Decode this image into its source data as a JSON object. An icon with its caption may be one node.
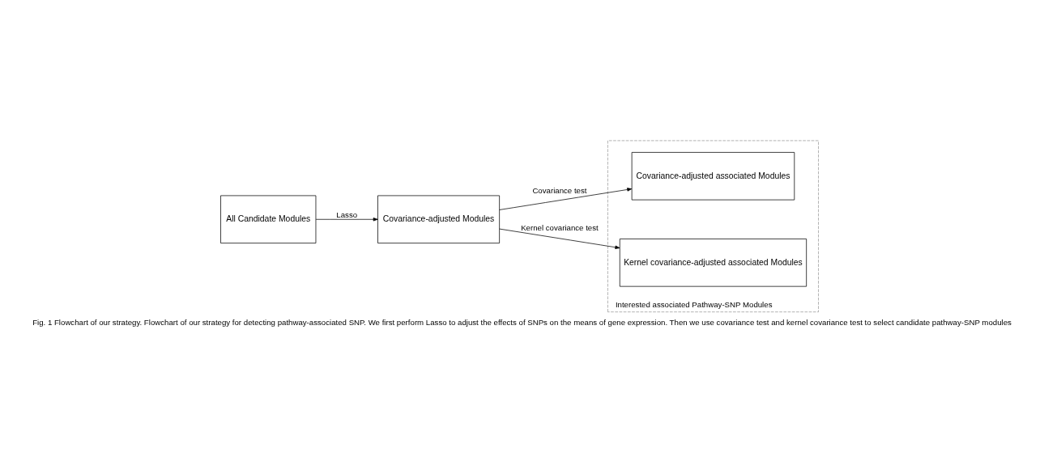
{
  "diagram": {
    "caption": "Fig. 1 Flowchart of our strategy. Flowchart of our strategy for detecting pathway-associated SNP. We first perform Lasso to adjust the effects of SNPs on the means of gene expression. Then we use covariance test and kernel covariance test to select candidate pathway-SNP modules",
    "nodes": [
      {
        "text": [
          "All Candidate Modules"
        ]
      },
      {
        "text": [
          "Covariance-adjusted Modules"
        ]
      },
      {
        "text": [
          "Interested associated Pathway-SNP Modules"
        ]
      },
      {
        "text": [
          "Covariance-adjusted associated Modules"
        ],
        "in": 2
      },
      {
        "text": [
          "Kernel covariance-adjusted associated Modules"
        ],
        "in": 2
      }
    ],
    "edges": [
      {
        "from": 0,
        "to": 1,
        "arrow": "to",
        "label": "Lasso"
      },
      {
        "from": 1,
        "to": 3,
        "arrow": "to",
        "label": "Covariance test"
      },
      {
        "from": 1,
        "to": 4,
        "arrow": "to",
        "label": "Kernel covariance test"
      }
    ]
  }
}
